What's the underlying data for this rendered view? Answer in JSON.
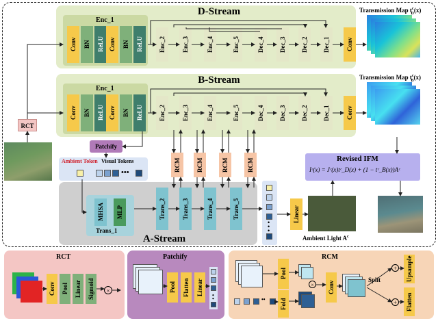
{
  "d_stream": {
    "title": "D-Stream",
    "enc1": "Enc_1",
    "blocks": [
      "Conv",
      "BN",
      "ReLU",
      "Conv",
      "BN",
      "ReLU"
    ],
    "encoders": [
      "Enc_2",
      "Enc_3",
      "Enc_4",
      "Enc_5",
      "Dec_4",
      "Dec_3",
      "Dec_2",
      "Dec_1"
    ],
    "out_conv": "Conv",
    "map_label": "Transmission Map t",
    "map_label_sup": "c",
    "map_label_sub": "D",
    "map_label_tail": "(x)"
  },
  "b_stream": {
    "title": "B-Stream",
    "enc1": "Enc_1",
    "blocks": [
      "Conv",
      "BN",
      "ReLU",
      "Conv",
      "BN",
      "ReLU"
    ],
    "encoders": [
      "Enc_2",
      "Enc_3",
      "Enc_4",
      "Enc_5",
      "Dec_4",
      "Dec_3",
      "Dec_2",
      "Dec_1"
    ],
    "out_conv": "Conv",
    "map_label": "Transmission Map t",
    "map_label_sup": "c",
    "map_label_sub": "B",
    "map_label_tail": "(x)"
  },
  "rct_label": "RCT",
  "patchify_label": "Patchify",
  "ambient_token": "Ambient Token",
  "visual_tokens": "Visual Tokens",
  "rcm_blocks": [
    "RCM",
    "RCM",
    "RCM",
    "RCM"
  ],
  "a_stream": {
    "title": "A-Stream",
    "trans1": "Trans_1",
    "msa": "MHSA",
    "mlp": "MLP",
    "trans": [
      "Trans_2",
      "Trans_3",
      "Trans_4",
      "Trans_5"
    ],
    "linear": "Linear",
    "ambient_light": "Ambient Light A",
    "ambient_sup": "c"
  },
  "revised_ifm": {
    "title": "Revised IFM",
    "formula": "Iᶜ(x) = Jᶜ(x)tᶜ_D(x) + (1 − tᶜ_B(x))Aᶜ"
  },
  "legend_rct": {
    "title": "RCT",
    "items": [
      "Conv",
      "Pool",
      "Linear",
      "Sigmoid"
    ],
    "op": "×"
  },
  "legend_patchify": {
    "title": "Patchify",
    "items": [
      "Pool",
      "Flatten",
      "Linear"
    ]
  },
  "legend_rcm": {
    "title": "RCM",
    "items": [
      "Pool",
      "Fold",
      "Conv",
      "Split",
      "Upsample",
      "Flatten"
    ],
    "plus": "+",
    "times": "×"
  },
  "colors": {
    "stream_bg": "#e3ecc9",
    "conv": "#f6c94a",
    "bn": "#7fb07a",
    "relu": "#3f7e6c",
    "rcm": "#f6c5a6",
    "trans": "#7fc3cf",
    "ifm": "#b7b0ee",
    "patchify": "#b07ab8",
    "rct_bg": "#f4c6c4",
    "patchify_bg": "#b889be",
    "rcm_bg": "#f7d5b7"
  },
  "icons": {
    "cells": "token-cell-icon",
    "dots": "ellipsis-icon",
    "images": "underwater-image-icon"
  }
}
